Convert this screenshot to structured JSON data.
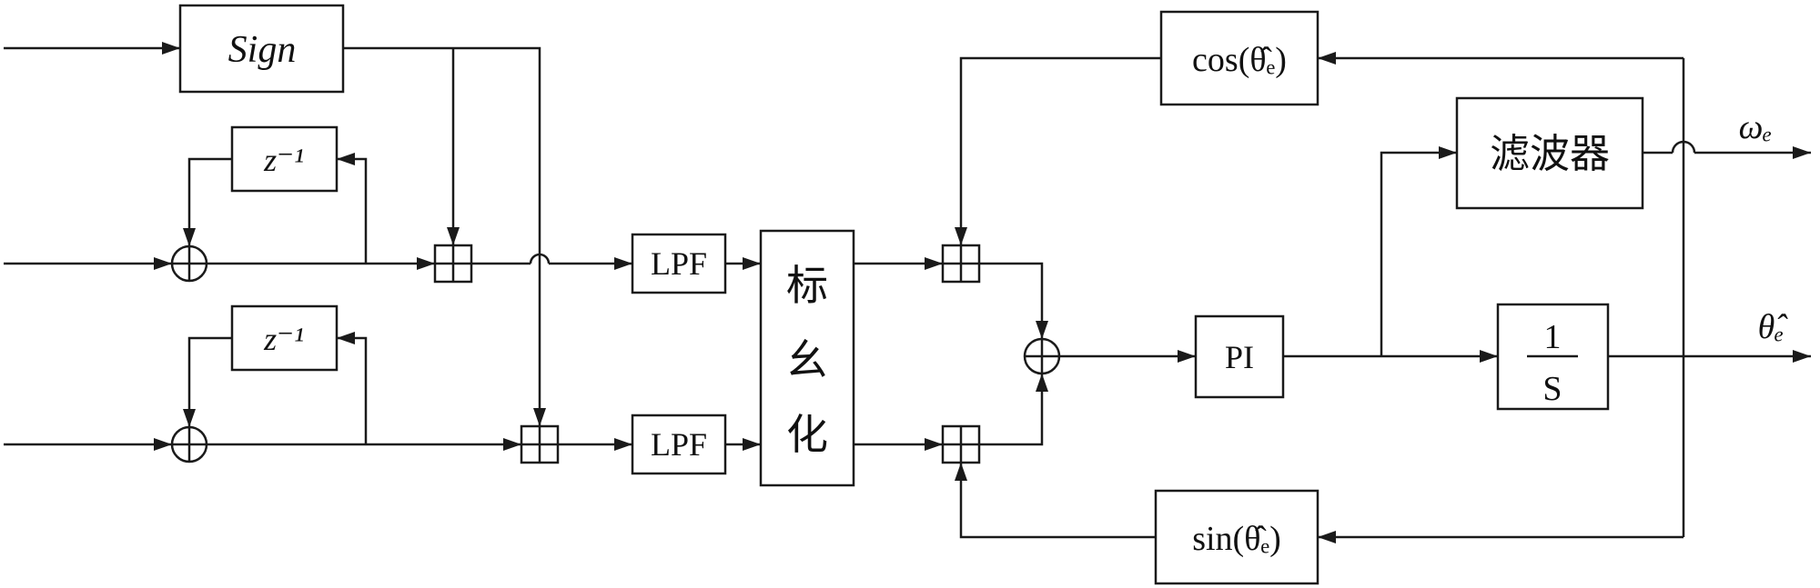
{
  "colors": {
    "line": "#1a1a1a",
    "background": "#ffffff"
  },
  "blocks": {
    "sign": "Sign",
    "delay_top": "z⁻¹",
    "delay_bottom": "z⁻¹",
    "lpf_top": "LPF",
    "lpf_bottom": "LPF",
    "normalize_char1": "标",
    "normalize_char2": "幺",
    "normalize_char3": "化",
    "cos": "cos(θ̂ₑ)",
    "sin": "sin(θ̂ₑ)",
    "pi": "PI",
    "filter": "滤波器",
    "integrator_num": "1",
    "integrator_den": "S"
  },
  "outputs": {
    "omega": "ωₑ",
    "theta": "θ̂ₑ"
  }
}
